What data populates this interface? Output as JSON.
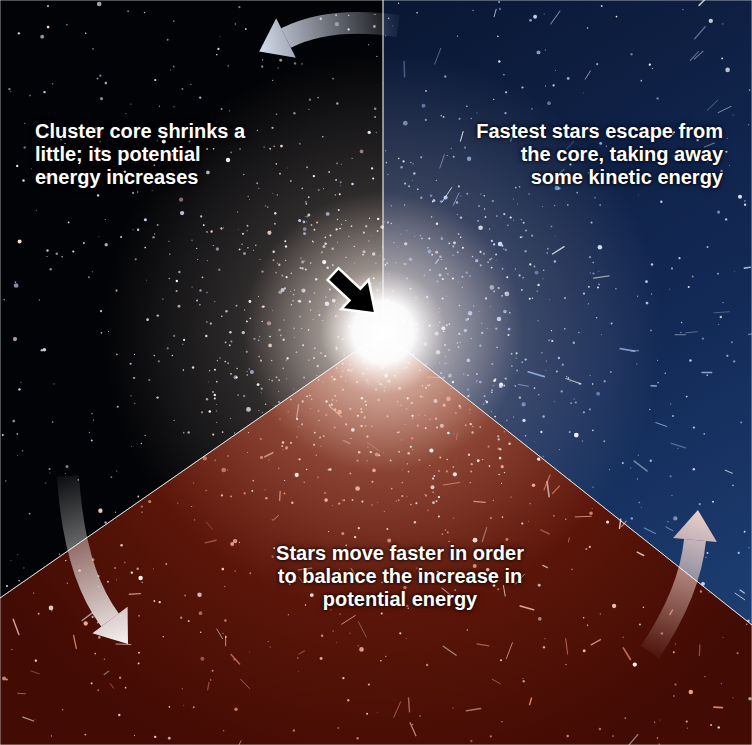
{
  "diagram": {
    "nodes": [
      {
        "text": [
          "Cluster core shrinks a little; its potential energy increases"
        ]
      },
      {
        "text": [
          "Fastest stars escape from the core, taking away some kinetic energy"
        ]
      },
      {
        "text": [
          "Stars move faster in order to balance the increase in potential energy"
        ]
      }
    ],
    "edges": [
      {
        "from": 1,
        "to": 0,
        "arrow": "to"
      },
      {
        "from": 0,
        "to": 2,
        "arrow": "to"
      },
      {
        "from": 2,
        "to": 1,
        "arrow": "to"
      }
    ]
  }
}
